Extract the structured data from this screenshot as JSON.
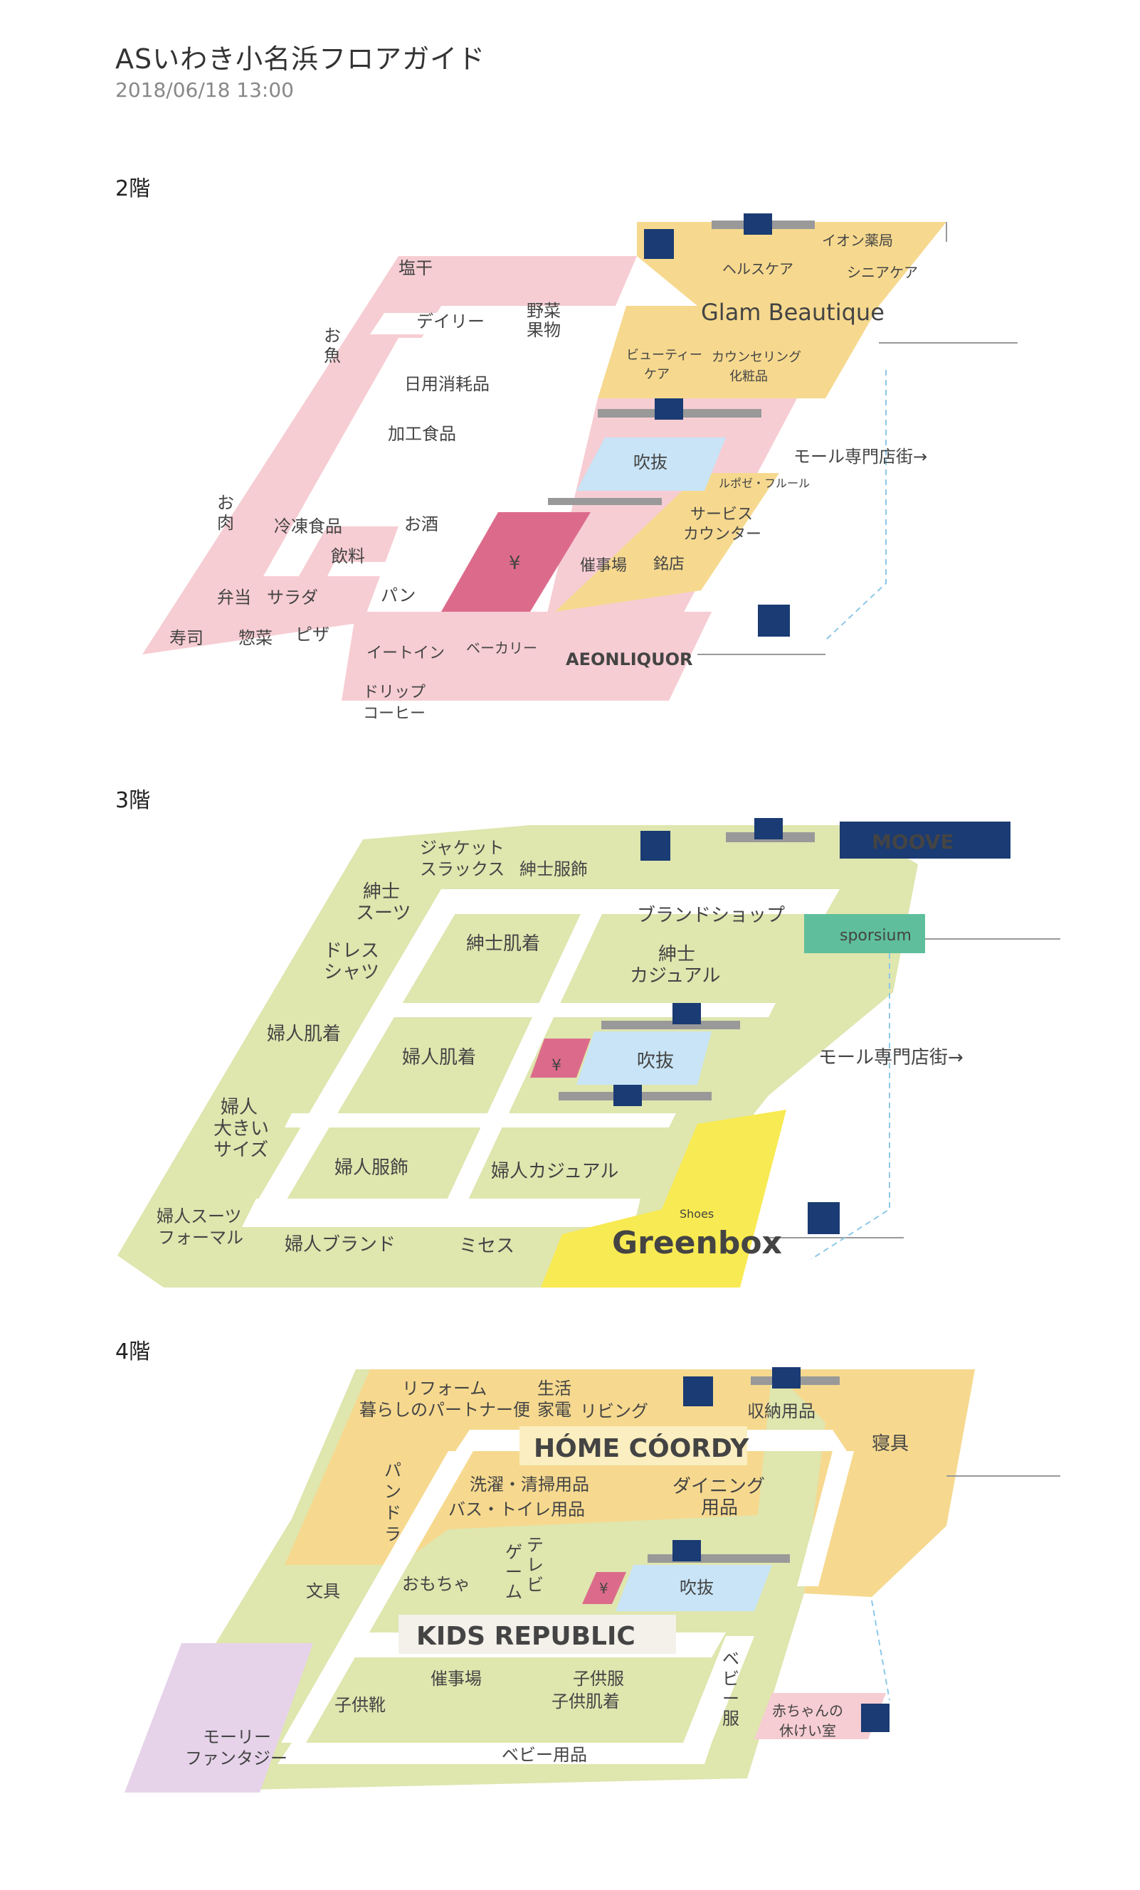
{
  "header": {
    "title": "ASいわき小名浜フロアガイド",
    "date": "2018/06/18 13:00"
  },
  "floors": [
    {
      "label": "2階",
      "areas": {
        "shiokan": "塩干",
        "osakana_1": "お",
        "osakana_2": "魚",
        "oniku_1": "お",
        "oniku_2": "肉",
        "daily": "デイリー",
        "yasai_1": "野菜",
        "yasai_2": "果物",
        "nichiyou": "日用消耗品",
        "kakou": "加工食品",
        "reitou": "冷凍食品",
        "osake": "お酒",
        "inryou": "飲料",
        "bentou": "弁当",
        "salad": "サラダ",
        "pan": "パン",
        "sushi": "寿司",
        "souzai": "惣菜",
        "pizza": "ピザ",
        "eat_in": "イートイン",
        "bakery": "ベーカリー",
        "drip_1": "ドリップ",
        "drip_2": "コーヒー",
        "aeon_liquor": "AEONLIQUOR",
        "aeon_yakkyoku": "イオン薬局",
        "health_care": "ヘルスケア",
        "senior_care": "シニアケア",
        "glam": "Glam Beautique",
        "beauty_1": "ビューティー",
        "beauty_2": "ケア",
        "counseling_1": "カウンセリング",
        "counseling_2": "化粧品",
        "fukinuke": "吹抜",
        "lupicia": "ルポゼ・フルール",
        "service_1": "サービス",
        "service_2": "カウンター",
        "saijijou": "催事場",
        "meiten": "銘店",
        "mall": "モール専門店街→",
        "atm": "¥"
      }
    },
    {
      "label": "3階",
      "areas": {
        "jacket_1": "ジャケット",
        "jacket_2": "スラックス",
        "shinshi_fukushoku": "紳士服飾",
        "moove": "MOOVE",
        "shinshi_suit_1": "紳士",
        "shinshi_suit_2": "スーツ",
        "dress_1": "ドレス",
        "dress_2": "シャツ",
        "shinshi_hadagi": "紳士肌着",
        "brand_shop": "ブランドショップ",
        "shinshi_casual_1": "紳士",
        "shinshi_casual_2": "カジュアル",
        "sporsium": "sporsium",
        "fujin_hadagi_left": "婦人肌着",
        "fujin_hadagi": "婦人肌着",
        "fukinuke": "吹抜",
        "mall": "モール専門店街→",
        "fujin_big_1": "婦人",
        "fujin_big_2": "大きい",
        "fujin_big_3": "サイズ",
        "fujin_fukushoku": "婦人服飾",
        "fujin_casual": "婦人カジュアル",
        "fujin_suit_1": "婦人スーツ",
        "fujin_suit_2": "フォーマル",
        "fujin_brand": "婦人ブランド",
        "misses": "ミセス",
        "greenbox_small": "Shoes",
        "greenbox": "Greenbox",
        "atm": "¥"
      }
    },
    {
      "label": "4階",
      "areas": {
        "reform_1": "リフォーム",
        "reform_2": "暮らしのパートナー便",
        "seikatsu_1": "生活",
        "seikatsu_2": "家電",
        "living": "リビング",
        "shuunou": "収納用品",
        "shingu": "寝具",
        "pandora_1": "パ",
        "pandora_2": "ン",
        "pandora_3": "ド",
        "pandora_4": "ラ",
        "home_coordy": "HÓME CÓORDY",
        "sentaku_1": "洗濯・清掃用品",
        "sentaku_2": "バス・トイレ用品",
        "dining_1": "ダイニング",
        "dining_2": "用品",
        "bungu": "文具",
        "omocha": "おもちゃ",
        "game_1": "ゲ",
        "game_2": "ー",
        "game_3": "ム",
        "tv_1": "テ",
        "tv_2": "レ",
        "tv_3": "ビ",
        "fukinuke": "吹抜",
        "kids_republic": "KIDS REPUBLIC",
        "saijijou": "催事場",
        "kodomo_gutsu": "子供靴",
        "kodomo_fuku": "子供服",
        "kodomo_hadagi": "子供肌着",
        "baby_fuku_1": "ベ",
        "baby_fuku_2": "ビ",
        "baby_fuku_3": "ー",
        "baby_fuku_4": "服",
        "akachan_1": "赤ちゃんの",
        "akachan_2": "休けい室",
        "molly_1": "モーリー",
        "molly_2": "ファンタジー",
        "baby_youhin": "ベビー用品",
        "atm": "¥"
      }
    }
  ],
  "colors": {
    "pink": "#f6cdd3",
    "pink_dark": "#dc6b8b",
    "orange": "#f6d98f",
    "green": "#dfe6ae",
    "yellow": "#f8ea52",
    "blue": "#c8e4f6",
    "purple": "#e6d3ea",
    "navy": "#1a3b73",
    "teal": "#5fbf9c"
  }
}
